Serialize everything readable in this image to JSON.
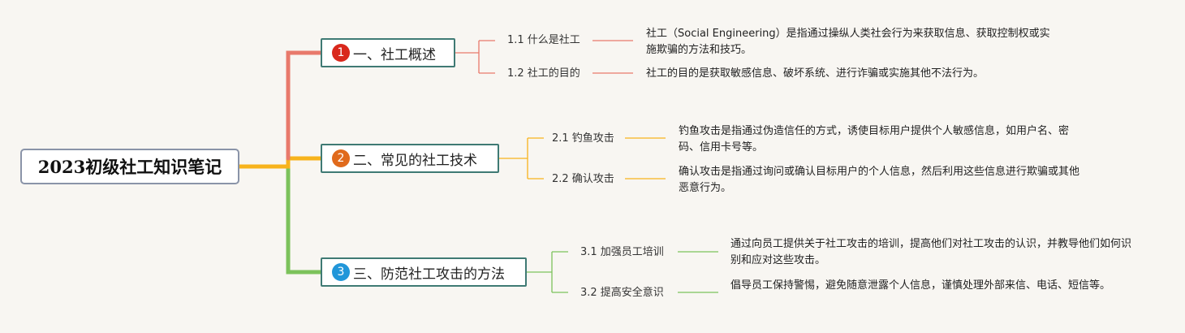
{
  "root": {
    "title": "2023初级社工知识笔记"
  },
  "colors": {
    "branch1": "#e8796b",
    "branch2": "#f7b31c",
    "branch3": "#7cc25b",
    "badge1": "#d9281c",
    "badge2": "#e06a1c",
    "badge3": "#2196d9"
  },
  "branches": [
    {
      "badge": "1",
      "title": "一、社工概述",
      "items": [
        {
          "label": "1.1 什么是社工",
          "desc": "社工（Social Engineering）是指通过操纵人类社会行为来获取信息、获取控制权或实施欺骗的方法和技巧。"
        },
        {
          "label": "1.2 社工的目的",
          "desc": "社工的目的是获取敏感信息、破坏系统、进行诈骗或实施其他不法行为。"
        }
      ]
    },
    {
      "badge": "2",
      "title": "二、常见的社工技术",
      "items": [
        {
          "label": "2.1 钓鱼攻击",
          "desc": "钓鱼攻击是指通过伪造信任的方式，诱使目标用户提供个人敏感信息，如用户名、密码、信用卡号等。"
        },
        {
          "label": "2.2 确认攻击",
          "desc": "确认攻击是指通过询问或确认目标用户的个人信息，然后利用这些信息进行欺骗或其他恶意行为。"
        }
      ]
    },
    {
      "badge": "3",
      "title": "三、防范社工攻击的方法",
      "items": [
        {
          "label": "3.1 加强员工培训",
          "desc": "通过向员工提供关于社工攻击的培训，提高他们对社工攻击的认识，并教导他们如何识别和应对这些攻击。"
        },
        {
          "label": "3.2 提高安全意识",
          "desc": "倡导员工保持警惕，避免随意泄露个人信息，谨慎处理外部来信、电话、短信等。"
        }
      ]
    }
  ]
}
